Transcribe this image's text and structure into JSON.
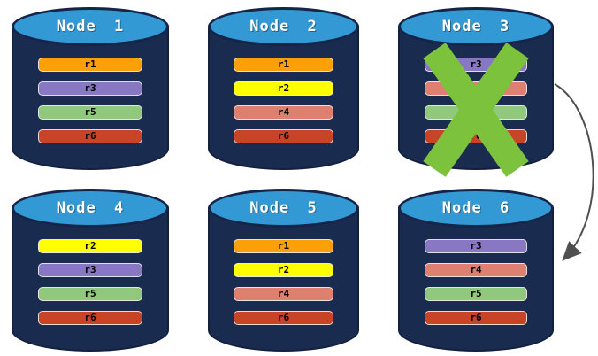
{
  "diagram": {
    "description": "Database cluster replica placement diagram with failed node",
    "nodes": [
      {
        "id": "node-1",
        "label": "Node 1",
        "replicas": [
          "r1",
          "r3",
          "r5",
          "r6"
        ],
        "failed": false
      },
      {
        "id": "node-2",
        "label": "Node 2",
        "replicas": [
          "r1",
          "r2",
          "r4",
          "r6"
        ],
        "failed": false
      },
      {
        "id": "node-3",
        "label": "Node 3",
        "replicas": [
          "r3",
          "r4",
          "r5",
          "r6"
        ],
        "failed": true
      },
      {
        "id": "node-4",
        "label": "Node 4",
        "replicas": [
          "r2",
          "r3",
          "r5",
          "r6"
        ],
        "failed": false
      },
      {
        "id": "node-5",
        "label": "Node 5",
        "replicas": [
          "r1",
          "r2",
          "r4",
          "r6"
        ],
        "failed": false
      },
      {
        "id": "node-6",
        "label": "Node 6",
        "replicas": [
          "r3",
          "r4",
          "r5",
          "r6"
        ],
        "failed": false
      }
    ],
    "replica_colors": {
      "r1": "#FBA008",
      "r2": "#FFFF00",
      "r3": "#8878C3",
      "r4": "#DD8070",
      "r5": "#90C87E",
      "r6": "#C84427"
    },
    "failure_mark": {
      "icon": "x-mark",
      "color": "#7CC23D",
      "on_node": "Node 3"
    },
    "arrow": {
      "from": "Node 3",
      "to": "Node 6",
      "color": "#4F4F4F"
    },
    "colors": {
      "background": "#FFFFFF",
      "cylinder_body": "#1A2B50",
      "cylinder_border": "#131F3E",
      "cylinder_top": "#3399D4",
      "cylinder_top_border": "#15254A",
      "title_text": "#FFFFFF",
      "bar_text": "#000000"
    }
  }
}
